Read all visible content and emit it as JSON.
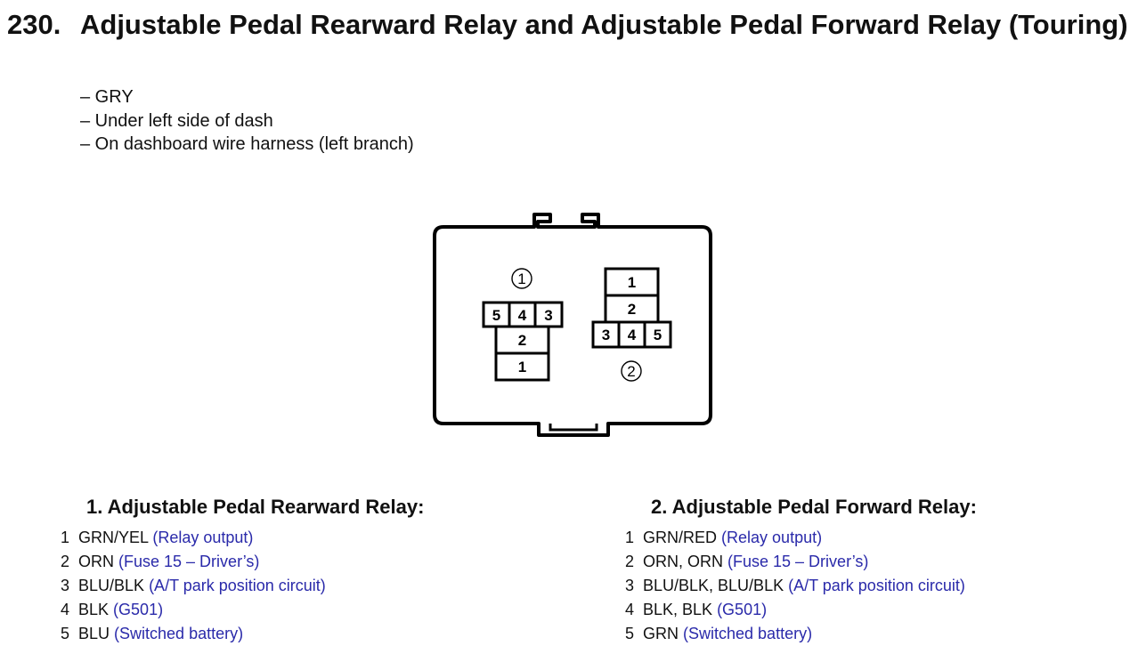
{
  "doc": {
    "number": "230.",
    "title": "Adjustable Pedal Rearward Relay and Adjustable Pedal Forward Relay (Touring)",
    "details": [
      "– GRY",
      "– Under left side of dash",
      "– On dashboard wire harness (left branch)"
    ]
  },
  "diagram": {
    "connector_1": {
      "id": "1",
      "top_row": [
        "5",
        "4",
        "3"
      ],
      "stack": [
        "2",
        "1"
      ]
    },
    "connector_2": {
      "id": "2",
      "stack": [
        "1",
        "2"
      ],
      "bottom_row": [
        "3",
        "4",
        "5"
      ]
    }
  },
  "relays": [
    {
      "title": "1. Adjustable Pedal Rearward Relay:",
      "pins": [
        {
          "n": "1",
          "wire": "GRN/YEL",
          "desc": "(Relay output)"
        },
        {
          "n": "2",
          "wire": "ORN",
          "desc": "(Fuse 15 – Driver’s)"
        },
        {
          "n": "3",
          "wire": "BLU/BLK",
          "desc": "(A/T park position circuit)"
        },
        {
          "n": "4",
          "wire": "BLK",
          "desc": "(G501)"
        },
        {
          "n": "5",
          "wire": "BLU",
          "desc": "(Switched battery)"
        }
      ]
    },
    {
      "title": "2. Adjustable Pedal Forward Relay:",
      "pins": [
        {
          "n": "1",
          "wire": "GRN/RED",
          "desc": "(Relay output)"
        },
        {
          "n": "2",
          "wire": "ORN, ORN",
          "desc": "(Fuse 15 – Driver’s)"
        },
        {
          "n": "3",
          "wire": "BLU/BLK, BLU/BLK",
          "desc": "(A/T park position circuit)"
        },
        {
          "n": "4",
          "wire": "BLK, BLK",
          "desc": "(G501)"
        },
        {
          "n": "5",
          "wire": "GRN",
          "desc": "(Switched battery)"
        }
      ]
    }
  ]
}
